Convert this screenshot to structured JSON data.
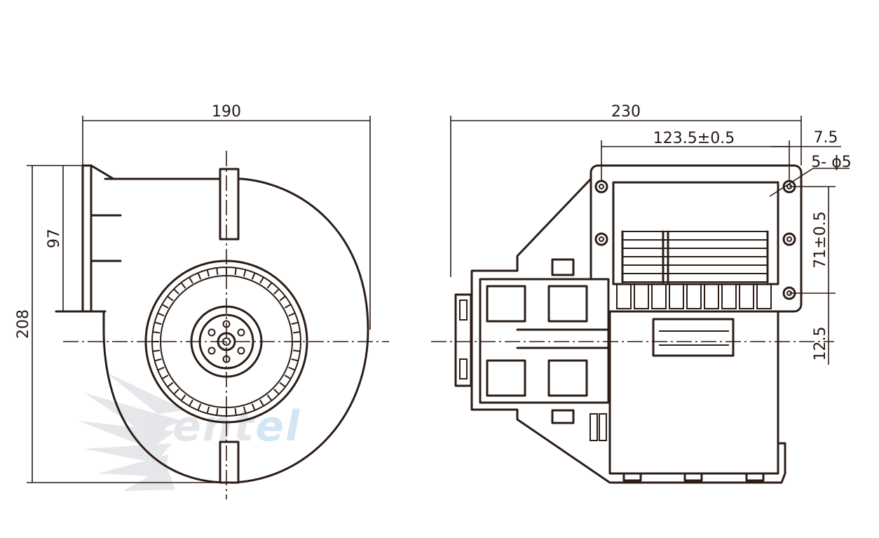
{
  "dimensions": {
    "width_front": "190",
    "height_total": "208",
    "flange_height": "97",
    "length_total": "230",
    "hole_spacing_horizontal": "123.5±0.5",
    "hole_offset": "7.5",
    "holes": "5- ϕ5",
    "hole_spacing_vertical": "71±0.5",
    "axis_offset": "12.5"
  },
  "watermark": {
    "text_main": "vent",
    "text_accent": "el"
  },
  "colors": {
    "line": "#2b1d16",
    "watermark_grey": "#e4e6e9",
    "watermark_blue": "#d3e6f4"
  }
}
